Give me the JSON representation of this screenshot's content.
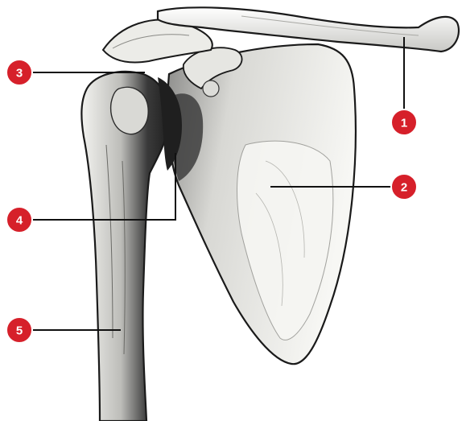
{
  "diagram": {
    "colors": {
      "marker_fill": "#d6202a",
      "marker_stroke": "#ffffff",
      "leader_line": "#111111",
      "bone_fill": "#f4f4f1",
      "bone_outline": "#1a1a1a",
      "shadow_dark": "#2b2b2b",
      "shadow_mid": "#8c8c8c"
    },
    "markers": [
      {
        "label": "1"
      },
      {
        "label": "2"
      },
      {
        "label": "3"
      },
      {
        "label": "4"
      },
      {
        "label": "5"
      }
    ]
  }
}
